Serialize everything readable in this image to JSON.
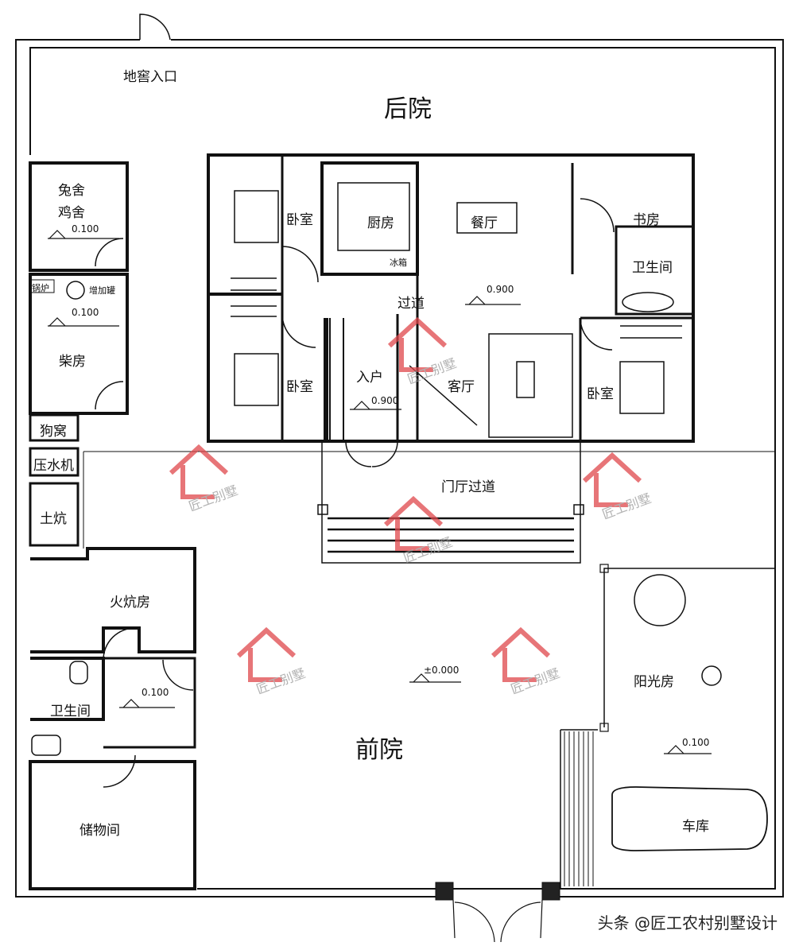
{
  "rooms": {
    "cellar_entrance": "地窖入口",
    "back_yard": "后院",
    "rabbit_hutch": "兔舍",
    "chicken_coop": "鸡舍",
    "boiler": "锅炉",
    "pressure_tank": "增加罐",
    "firewood_room": "柴房",
    "kennel": "狗窝",
    "water_pump": "压水机",
    "kang": "土炕",
    "heated_kang_room": "火炕房",
    "bathroom_left": "卫生间",
    "storage": "储物间",
    "bedroom_nw": "卧室",
    "kitchen": "厨房",
    "fridge": "冰箱",
    "dining": "餐厅",
    "study": "书房",
    "bathroom_right": "卫生间",
    "corridor": "过道",
    "entry": "入户",
    "living": "客厅",
    "bedroom_sw": "卧室",
    "bedroom_e": "卧室",
    "foyer_corridor": "门厅过道",
    "sunroom": "阳光房",
    "front_yard": "前院",
    "garage": "车库"
  },
  "levels": {
    "hutch": "0.100",
    "firewood": "0.100",
    "corridor": "0.900",
    "entry": "0.900",
    "kang_hall": "0.100",
    "yard": "±0.000",
    "sunroom": "0.100"
  },
  "watermark": {
    "glyph": "匠",
    "text": "匠工别墅",
    "color": "#e0474c"
  },
  "credit": "头条 @匠工农村别墅设计"
}
